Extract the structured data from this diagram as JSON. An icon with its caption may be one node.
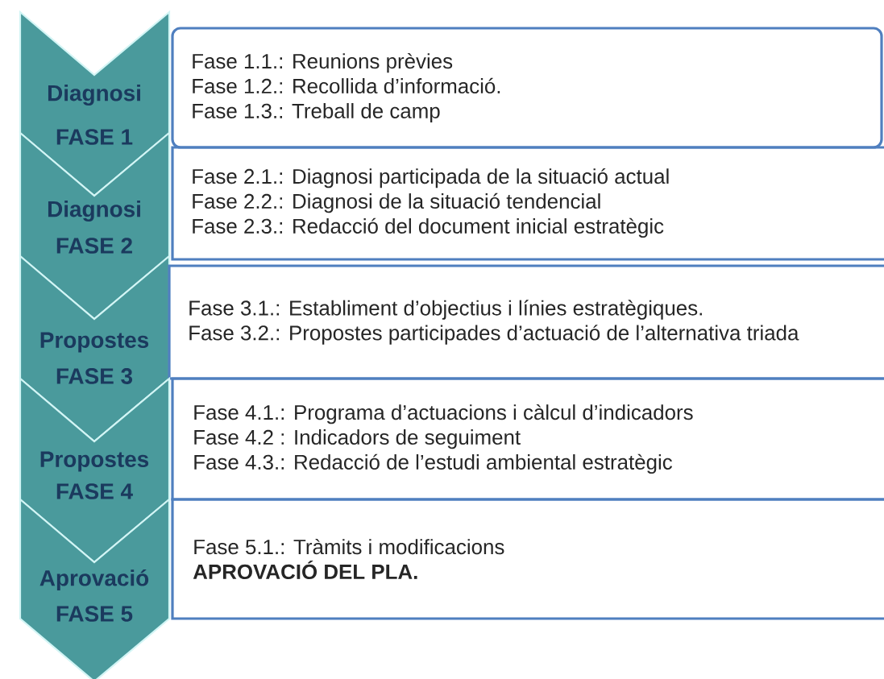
{
  "diagram": {
    "nodes": [
      {
        "text": [
          "Diagnosi",
          "FASE 1"
        ]
      },
      {
        "text": [
          "Fase 1.1.: Reunions prèvies",
          "Fase 1.2.: Recollida d’informació.",
          "Fase 1.3.: Treball de camp"
        ]
      },
      {
        "text": [
          "Diagnosi",
          "FASE 2"
        ]
      },
      {
        "text": [
          "Fase 2.1.: Diagnosi participada de la situació actual",
          "Fase 2.2.: Diagnosi de la situació tendencial",
          "Fase 2.3.: Redacció del document inicial estratègic"
        ]
      },
      {
        "text": [
          "Propostes",
          "FASE 3"
        ]
      },
      {
        "text": [
          "Fase 3.1.: Establiment d’objectius i línies estratègiques.",
          "Fase 3.2.: Propostes participades d’actuació de l’alternativa triada"
        ]
      },
      {
        "text": [
          "Propostes",
          "FASE 4"
        ]
      },
      {
        "text": [
          "Fase 4.1.: Programa d’actuacions i càlcul d’indicadors",
          "Fase 4.2 : Indicadors de seguiment",
          "Fase 4.3.: Redacció de l’estudi ambiental estratègic"
        ]
      },
      {
        "text": [
          "Aprovació",
          "FASE 5"
        ]
      },
      {
        "text": [
          "Fase 5.1.: Tràmits i modificacions",
          "**APROVACIÓ DEL PLA.**"
        ]
      }
    ]
  }
}
